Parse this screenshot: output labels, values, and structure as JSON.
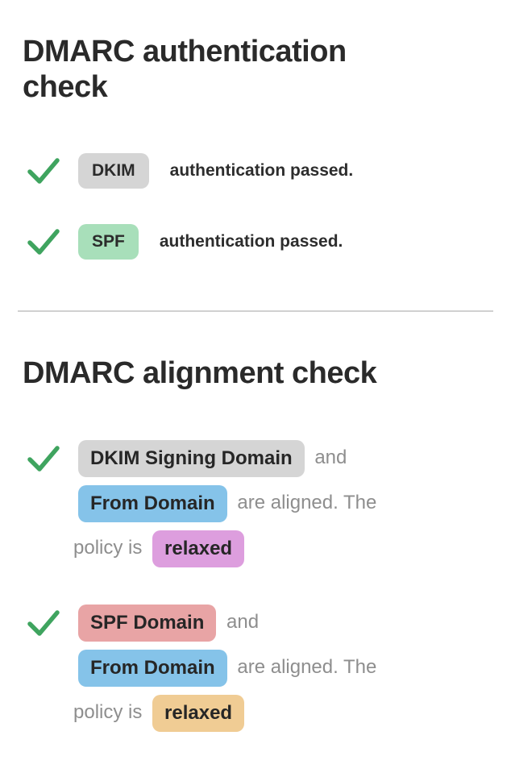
{
  "colors": {
    "background": "#ffffff",
    "heading_text": "#2a2a2a",
    "dark_text": "#2d2d2d",
    "muted_text": "#8e8e8e",
    "divider": "#d0d0d0",
    "check_green": "#3fa45f",
    "badge_gray": "#d5d5d5",
    "badge_green": "#a8dfba",
    "badge_blue": "#85c3e9",
    "badge_pink": "#dd9ede",
    "badge_red": "#e8a4a5",
    "badge_orange": "#f0cc94"
  },
  "icons": {
    "check": "check-icon"
  },
  "authentication_check": {
    "title": "DMARC authentication check",
    "items": [
      {
        "status": "pass",
        "badge": {
          "label": "DKIM",
          "bg": "#d5d5d5"
        },
        "text": "authentication passed."
      },
      {
        "status": "pass",
        "badge": {
          "label": "SPF",
          "bg": "#a8dfba"
        },
        "text": "authentication passed."
      }
    ]
  },
  "alignment_check": {
    "title": "DMARC alignment check",
    "items": [
      {
        "status": "pass",
        "segments": [
          {
            "type": "badge",
            "text": "DKIM Signing Domain",
            "bg": "#d5d5d5"
          },
          {
            "type": "text",
            "text": "and"
          },
          {
            "type": "break"
          },
          {
            "type": "badge",
            "text": "From Domain",
            "bg": "#85c3e9"
          },
          {
            "type": "text",
            "text": "are aligned. The"
          },
          {
            "type": "break"
          },
          {
            "type": "text",
            "text": "policy is"
          },
          {
            "type": "badge",
            "text": "relaxed",
            "bg": "#dd9ede"
          }
        ]
      },
      {
        "status": "pass",
        "segments": [
          {
            "type": "badge",
            "text": "SPF Domain",
            "bg": "#e8a4a5"
          },
          {
            "type": "text",
            "text": "and"
          },
          {
            "type": "break"
          },
          {
            "type": "badge",
            "text": "From Domain",
            "bg": "#85c3e9"
          },
          {
            "type": "text",
            "text": "are aligned. The"
          },
          {
            "type": "break"
          },
          {
            "type": "text",
            "text": "policy is"
          },
          {
            "type": "badge",
            "text": "relaxed",
            "bg": "#f0cc94"
          }
        ]
      }
    ]
  }
}
